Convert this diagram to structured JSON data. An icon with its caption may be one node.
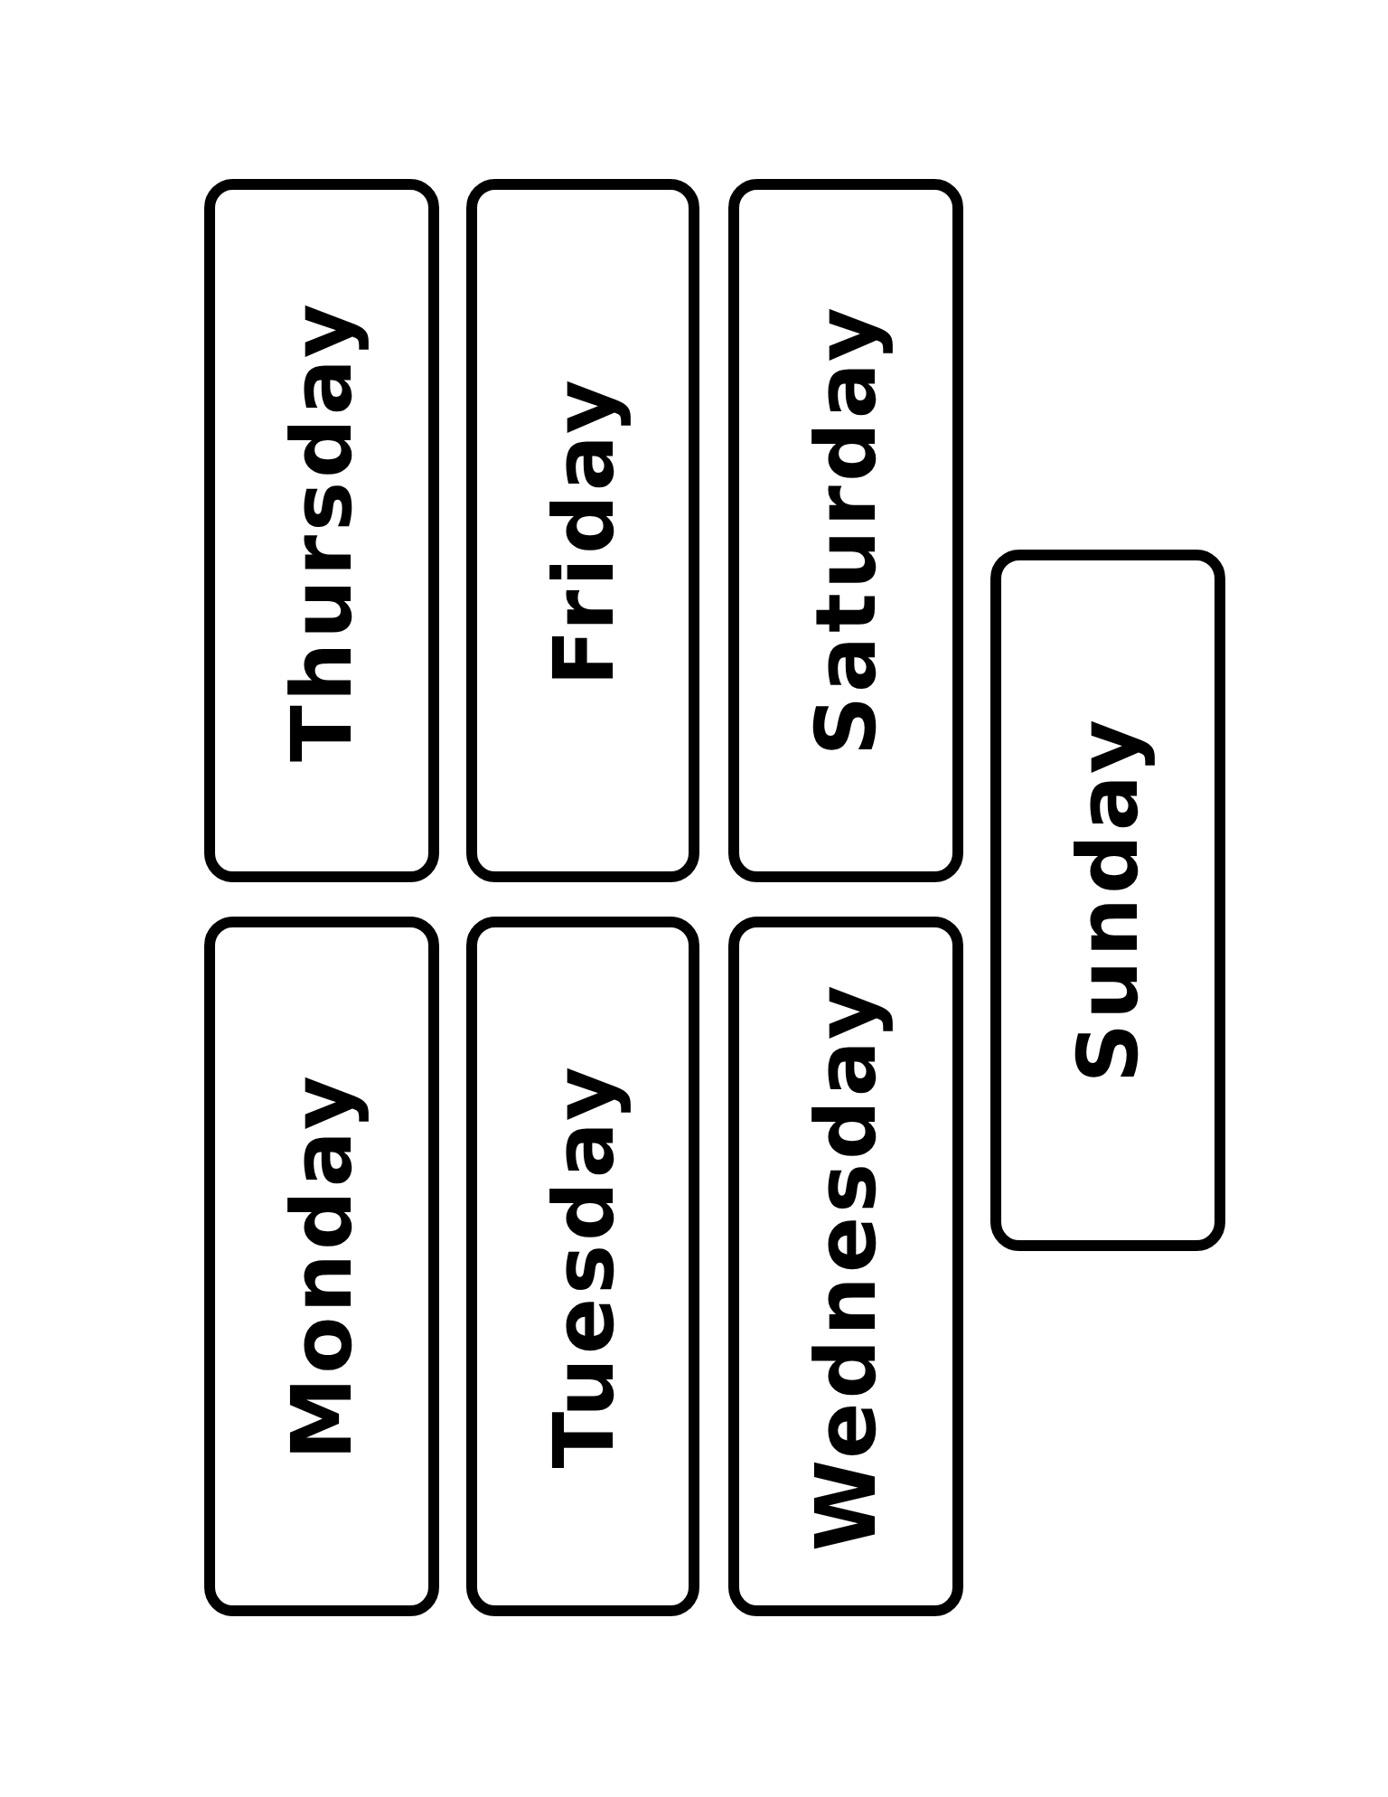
{
  "diagram": {
    "nodes": [
      {
        "text": [
          "Thursday"
        ]
      },
      {
        "text": [
          "Friday"
        ]
      },
      {
        "text": [
          "Saturday"
        ]
      },
      {
        "text": [
          "Sunday"
        ]
      },
      {
        "text": [
          "Monday"
        ]
      },
      {
        "text": [
          "Tuesday"
        ]
      },
      {
        "text": [
          "Wednesday"
        ]
      }
    ]
  }
}
